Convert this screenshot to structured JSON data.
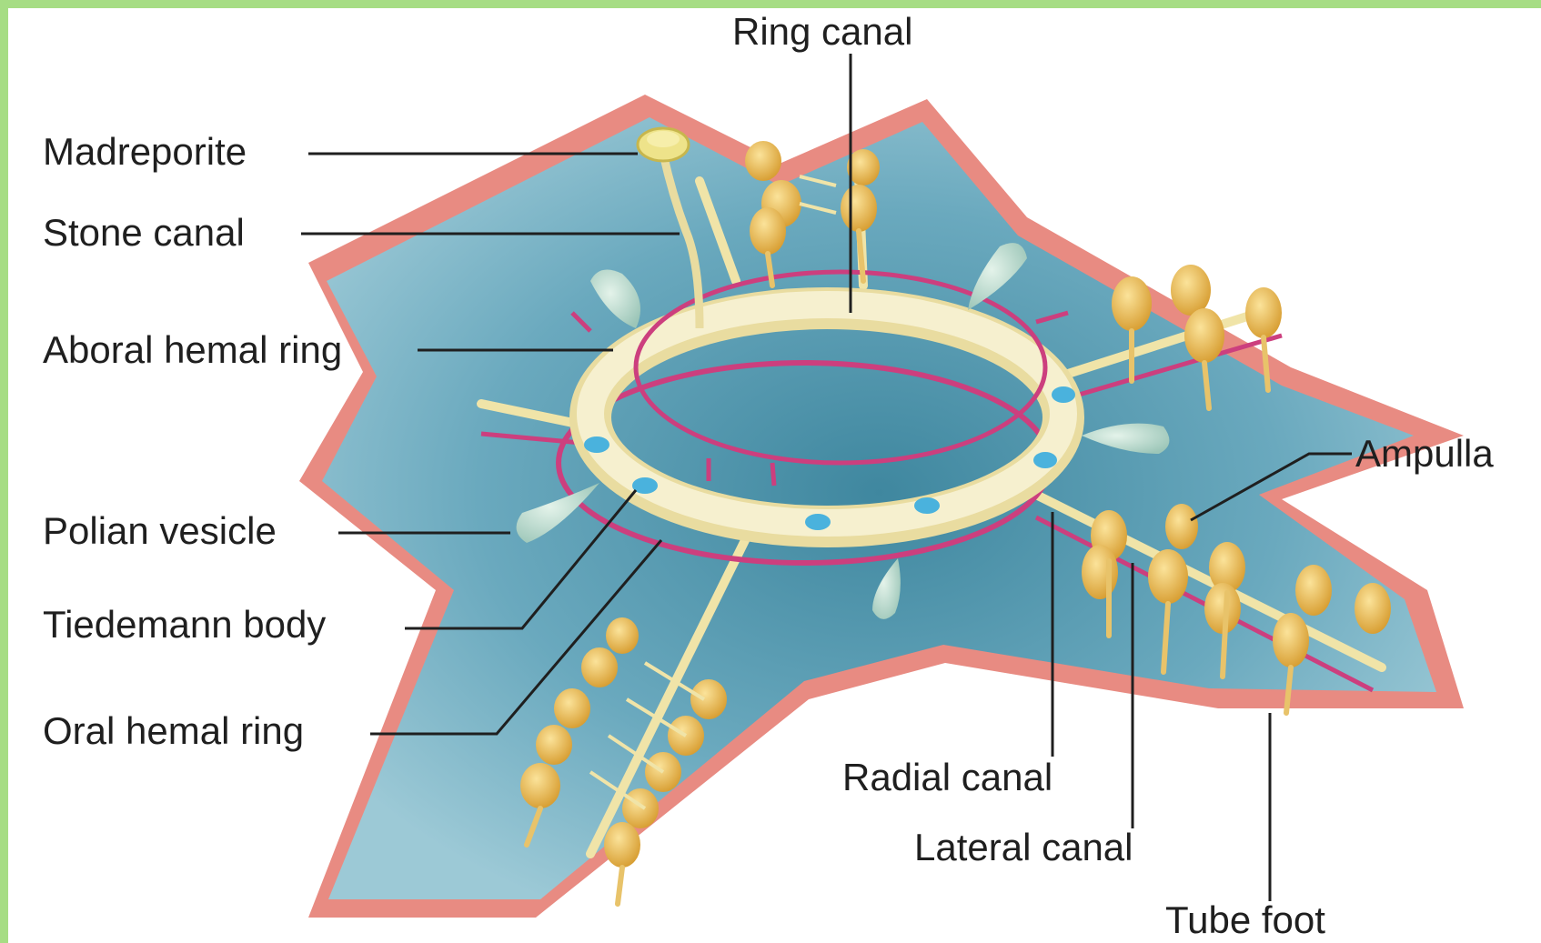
{
  "diagram": {
    "labels": {
      "ring_canal": "Ring canal",
      "madreporite": "Madreporite",
      "stone_canal": "Stone canal",
      "aboral_hemal_ring": "Aboral hemal ring",
      "polian_vesicle": "Polian vesicle",
      "tiedemann_body": "Tiedemann body",
      "oral_hemal_ring": "Oral hemal ring",
      "ampulla": "Ampulla",
      "radial_canal": "Radial canal",
      "lateral_canal": "Lateral canal",
      "tube_foot": "Tube foot"
    },
    "colors": {
      "frame": "#a6dd84",
      "body_blue": "#6aa7bd",
      "body_edge": "#e88b82",
      "ring_canal": "#f3ecc2",
      "hemal_ring": "#cc3f7e",
      "ampulla": "#e8b84f",
      "polian_vesicle": "#bcdacb",
      "tiedemann_body": "#4ab2dd"
    }
  }
}
